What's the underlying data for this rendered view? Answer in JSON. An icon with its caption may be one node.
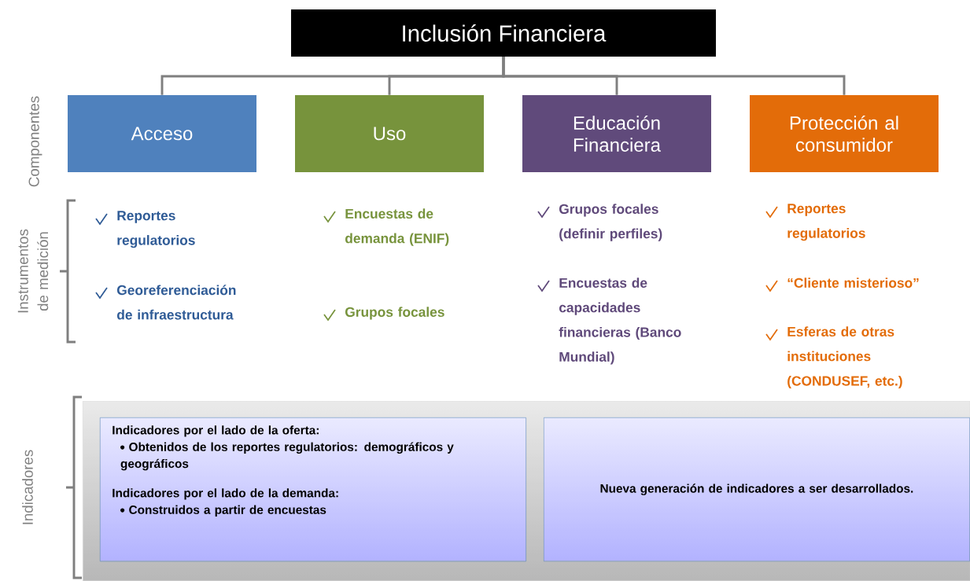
{
  "diagram": {
    "title": "Inclusión Financiera",
    "nodes": [
      {
        "text": [
          "Acceso"
        ]
      },
      {
        "text": [
          "Uso"
        ]
      },
      {
        "text": [
          "Educación Financiera"
        ]
      },
      {
        "text": [
          "Protección al consumidor"
        ]
      },
      {
        "text": [],
        "shape": "box"
      },
      {
        "text": [
          "Indicadores por el lado de la oferta:",
          "Obtenidos de los reportes regulatorios: demográficos y geográficos",
          "Indicadores por el lado de la demanda:",
          "Construidos a partir de encuestas"
        ],
        "in": 4
      },
      {
        "text": [
          "Nueva generación de indicadores a ser desarrollados."
        ],
        "in": 4
      }
    ],
    "edges": [
      {
        "from": null,
        "to": 0,
        "arrow": "none"
      },
      {
        "from": null,
        "to": 1,
        "arrow": "none"
      },
      {
        "from": null,
        "to": 2,
        "arrow": "none"
      },
      {
        "from": null,
        "to": 3,
        "arrow": "none"
      }
    ],
    "labels": [
      "Componentes",
      "Instrumentos de medición",
      "Indicadores",
      "Reportes regulatorios",
      "Georeferenciación de infraestructura",
      "Encuestas de demanda (ENIF)",
      "Grupos focales",
      "Grupos focales (definir perfiles)",
      "Encuestas de capacidades financieras (Banco Mundial)",
      "Reportes regulatorios",
      "“Cliente misterioso”",
      "Esferas de otras instituciones (CONDUSEF, etc.)"
    ]
  }
}
